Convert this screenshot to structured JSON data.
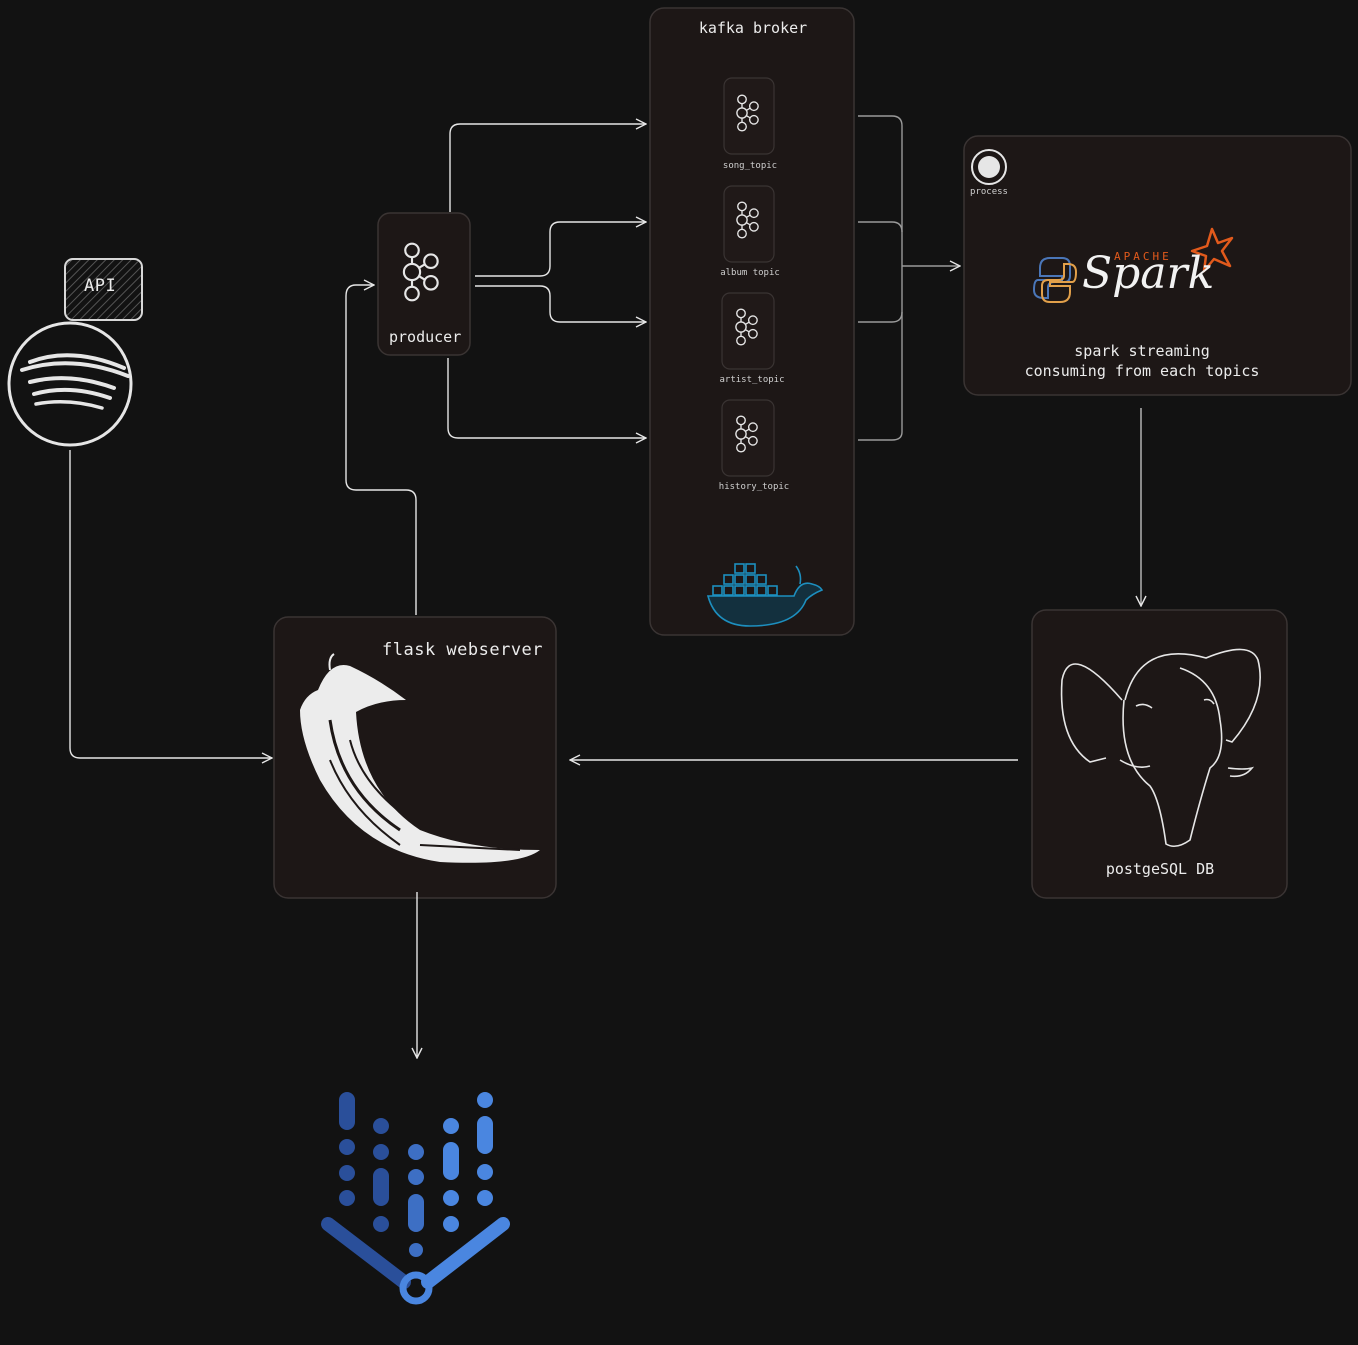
{
  "api": {
    "label": "API"
  },
  "producer": {
    "label": "producer"
  },
  "kafka": {
    "title": "kafka broker",
    "topics": [
      "song_topic",
      "album topic",
      "artist_topic",
      "history_topic"
    ]
  },
  "spark": {
    "process_label": "process",
    "logo_small": "APACHE",
    "logo_large": "Spark",
    "caption_line1": "spark streaming",
    "caption_line2": "consuming from each topics"
  },
  "flask": {
    "title": "flask webserver"
  },
  "postgres": {
    "label": "postgeSQL DB"
  },
  "colors": {
    "background": "#121212",
    "panel": "#1d1716",
    "panel_border": "#3a3433",
    "stroke": "#e6e6e6",
    "spark_orange": "#e25a1c",
    "docker_blue": "#1d8fbf",
    "dash_dark": "#2a4f9a",
    "dash_light": "#4a86e0"
  }
}
